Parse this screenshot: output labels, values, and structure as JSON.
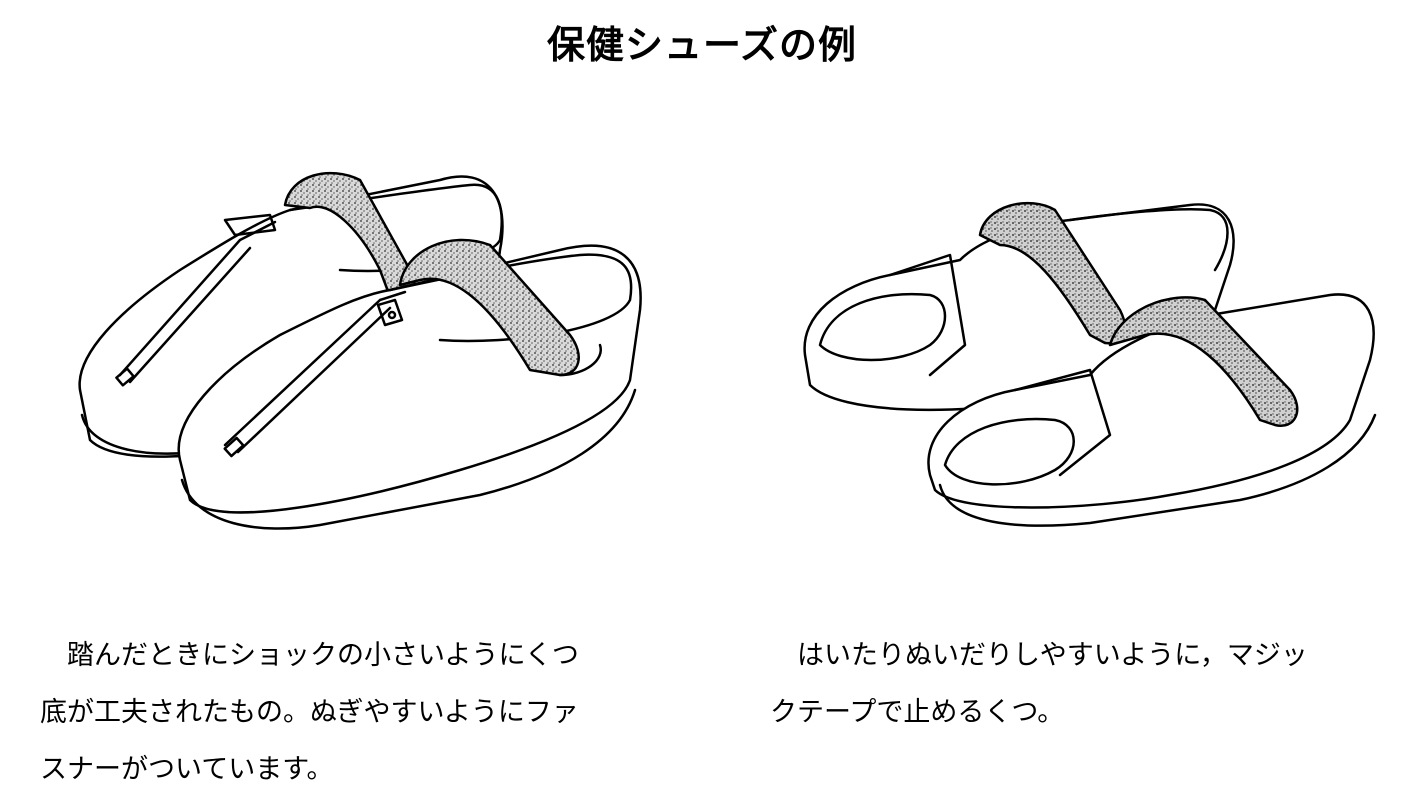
{
  "title": "保健シューズの例",
  "items": [
    {
      "caption_lines": [
        "　踏んだときにショックの小さいようにくつ",
        "底が工夫されたもの。ぬぎやすいようにファ",
        "スナーがついています。"
      ]
    },
    {
      "caption_lines": [
        "　はいたりぬいだりしやすいように，マジッ",
        "クテープで止めるくつ。"
      ]
    }
  ]
}
